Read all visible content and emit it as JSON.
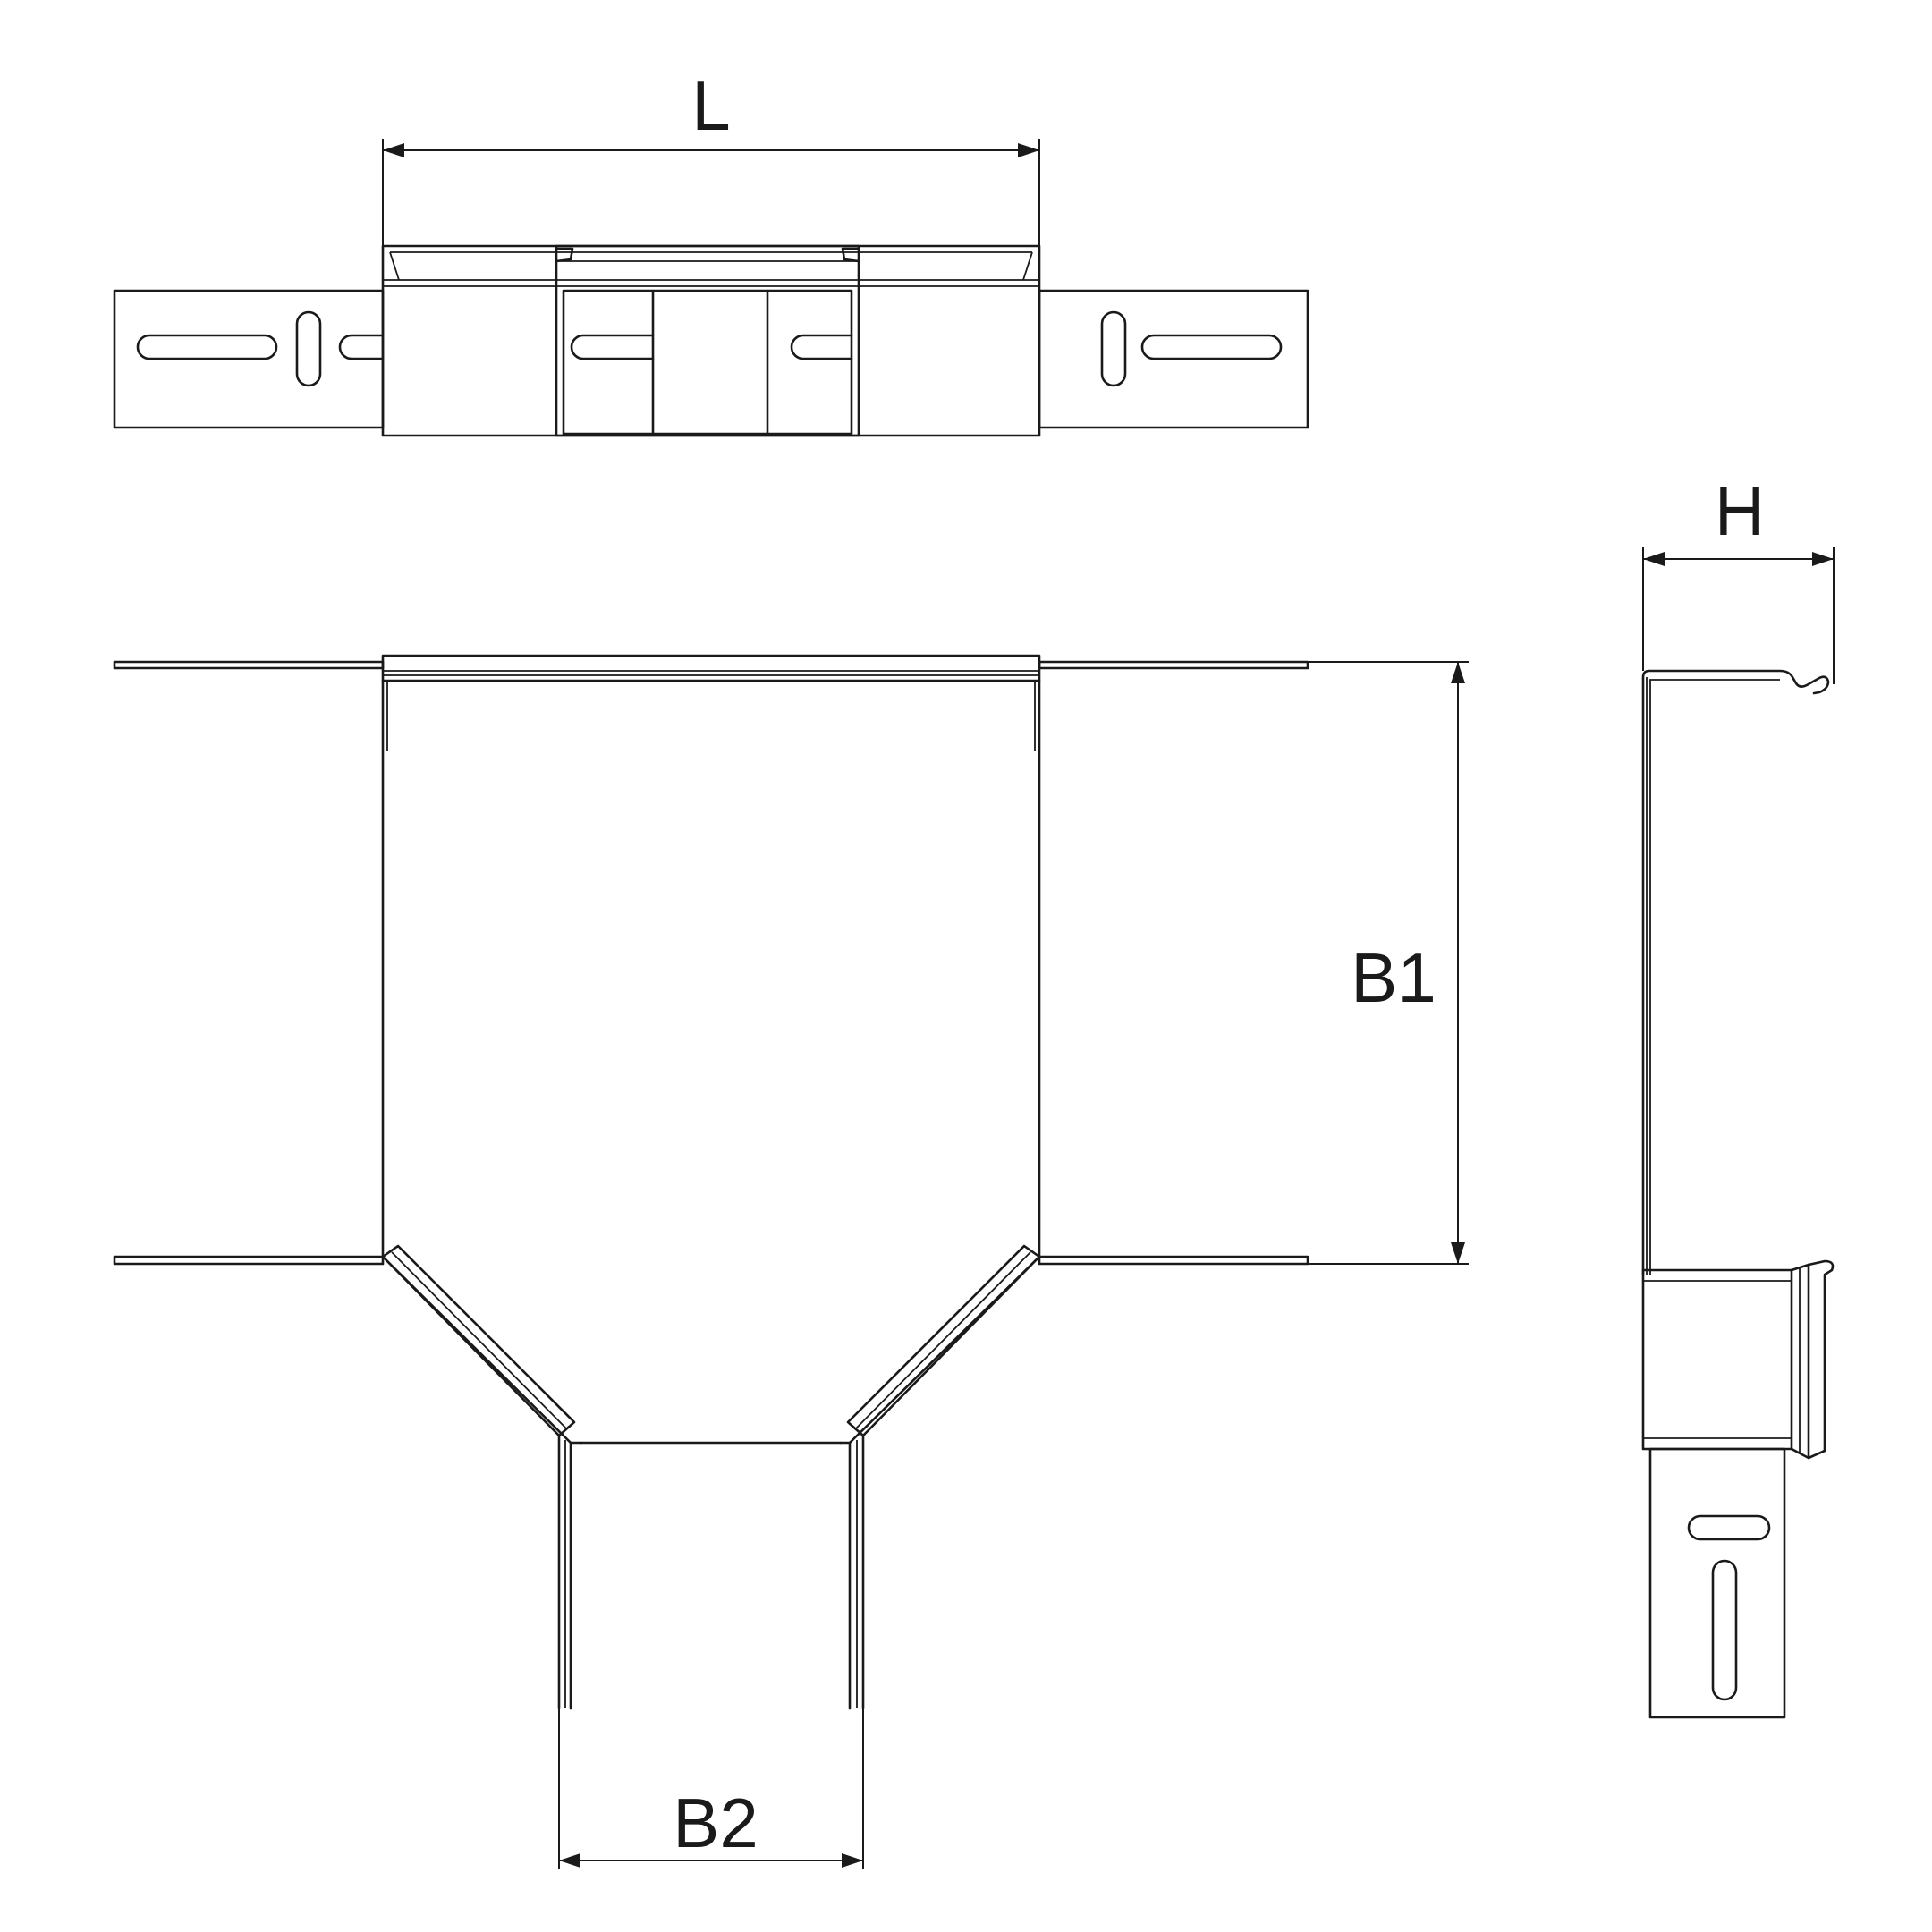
{
  "dimensions": {
    "length": "L",
    "height": "H",
    "width_main": "B1",
    "width_branch": "B2"
  },
  "colors": {
    "line": "#1a1a1a",
    "background": "#ffffff"
  }
}
